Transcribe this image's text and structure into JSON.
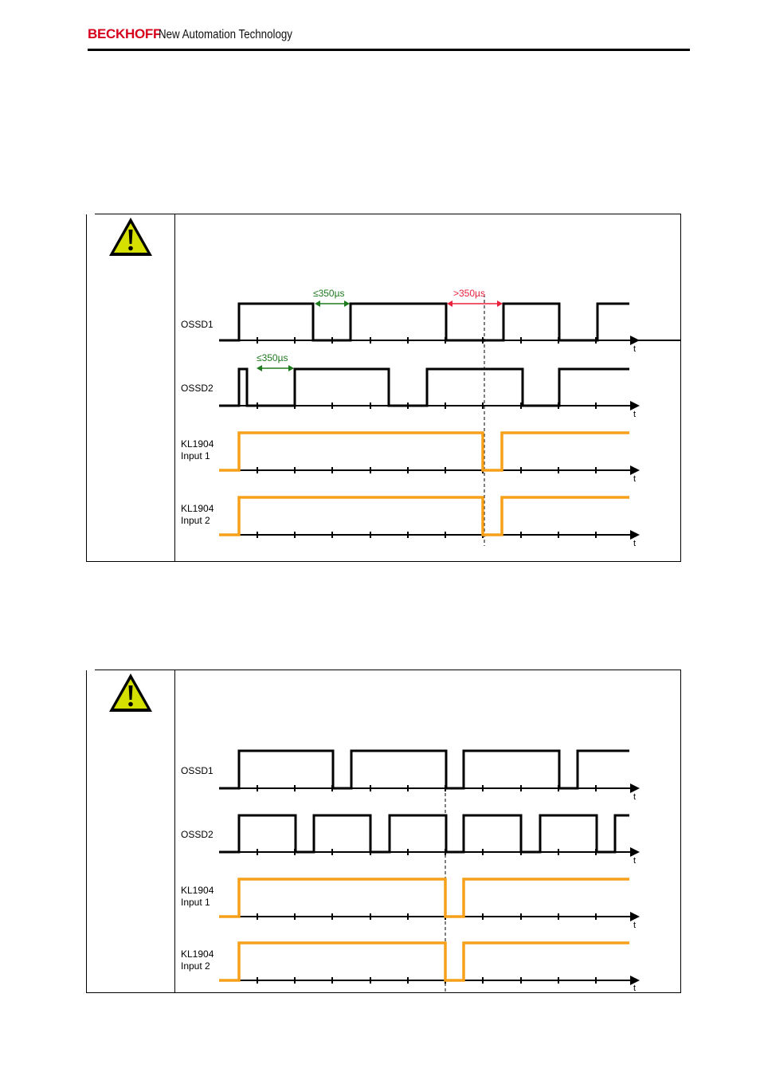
{
  "header": {
    "brand": "BECKHOFF",
    "tagline": "New Automation Technology"
  },
  "colors": {
    "brand": "#d6001c",
    "input_signal": "#f7a11a",
    "within_tolerance": "#1e7a1e",
    "out_of_tolerance": "#e8213c",
    "warning_fill": "#d6e000"
  },
  "icons": {
    "warning": "warning-triangle-icon"
  },
  "diagrams": [
    {
      "signals": [
        {
          "label": [
            "OSSD1"
          ],
          "axis_label": "t"
        },
        {
          "label": [
            "OSSD2"
          ],
          "axis_label": "t"
        },
        {
          "label": [
            "KL1904",
            "Input 1"
          ],
          "axis_label": "t"
        },
        {
          "label": [
            "KL1904",
            "Input 2"
          ],
          "axis_label": "t"
        }
      ],
      "annotations": [
        {
          "text": "≤350µs",
          "signal": "OSSD1",
          "kind": "within"
        },
        {
          "text": ">350µs",
          "signal": "OSSD1",
          "kind": "exceeded"
        },
        {
          "text": "≤350µs",
          "signal": "OSSD2",
          "kind": "within"
        }
      ]
    },
    {
      "signals": [
        {
          "label": [
            "OSSD1"
          ],
          "axis_label": "t"
        },
        {
          "label": [
            "OSSD2"
          ],
          "axis_label": "t"
        },
        {
          "label": [
            "KL1904",
            "Input 1"
          ],
          "axis_label": "t"
        },
        {
          "label": [
            "KL1904",
            "Input 2"
          ],
          "axis_label": "t"
        }
      ],
      "annotations": []
    }
  ]
}
